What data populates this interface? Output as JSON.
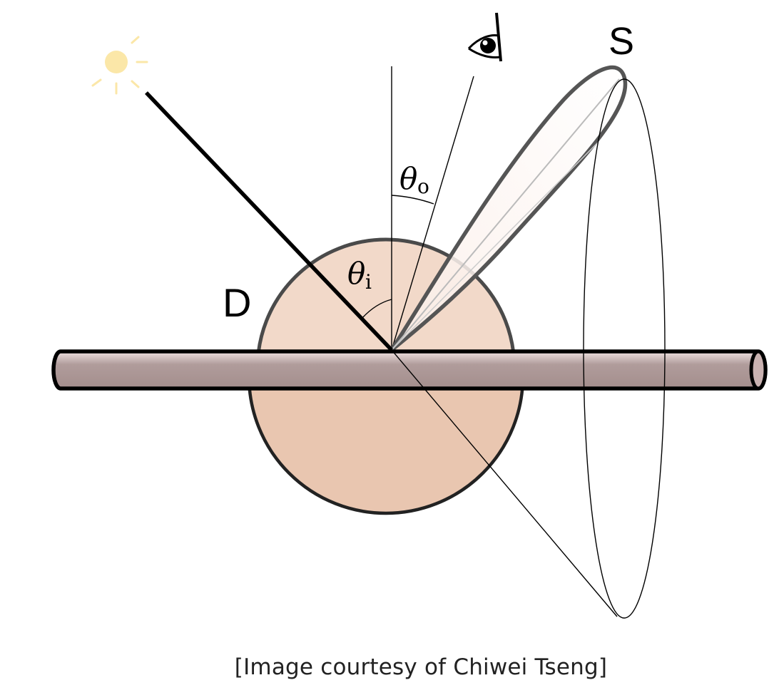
{
  "labels": {
    "specular": "S",
    "diffuse": "D",
    "theta_o_symbol": "θ",
    "theta_o_sub": "o",
    "theta_i_symbol": "θ",
    "theta_i_sub": "i"
  },
  "caption": "[Image courtesy of Chiwei Tseng]",
  "icons": {
    "light_source": "sun-icon",
    "viewer": "eye-icon"
  },
  "colors": {
    "sun": "#fbe7a8",
    "diffuse_top": "#f2d9c9",
    "diffuse_bottom": "#e9c6b0",
    "fiber_top": "#e8d6d6",
    "fiber_mid": "#a8908f",
    "lobe_fill": "#fdf3ef",
    "outline": "#4a4a4a"
  }
}
